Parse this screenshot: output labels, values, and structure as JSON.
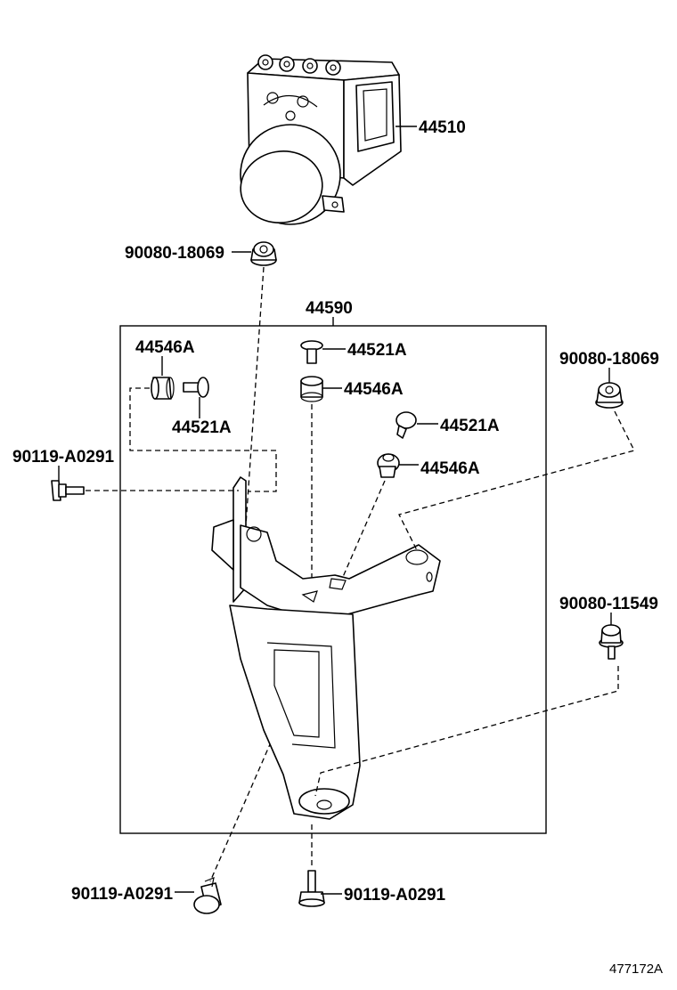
{
  "diagram": {
    "figure_id": "477172A",
    "assembly_label": "44590",
    "parts": [
      {
        "key": "actuator",
        "number": "44510",
        "name_icon": "abs-actuator-icon"
      },
      {
        "key": "nut_top",
        "number": "90080-18069",
        "name_icon": "flange-nut-icon"
      },
      {
        "key": "nut_right",
        "number": "90080-18069",
        "name_icon": "flange-nut-icon"
      },
      {
        "key": "bolt_right",
        "number": "90080-11549",
        "name_icon": "flange-bolt-icon"
      },
      {
        "key": "bolt_left",
        "number": "90119-A0291",
        "name_icon": "bolt-icon"
      },
      {
        "key": "bolt_bottom_left",
        "number": "90119-A0291",
        "name_icon": "bolt-icon"
      },
      {
        "key": "bolt_bottom_center",
        "number": "90119-A0291",
        "name_icon": "bolt-icon"
      },
      {
        "key": "cushion_left",
        "number": "44546A",
        "name_icon": "cushion-icon"
      },
      {
        "key": "collar_left",
        "number": "44521A",
        "name_icon": "collar-icon"
      },
      {
        "key": "collar_top",
        "number": "44521A",
        "name_icon": "collar-icon"
      },
      {
        "key": "cushion_top",
        "number": "44546A",
        "name_icon": "cushion-icon"
      },
      {
        "key": "collar_mid",
        "number": "44521A",
        "name_icon": "collar-icon"
      },
      {
        "key": "cushion_mid",
        "number": "44546A",
        "name_icon": "cushion-icon"
      }
    ]
  }
}
